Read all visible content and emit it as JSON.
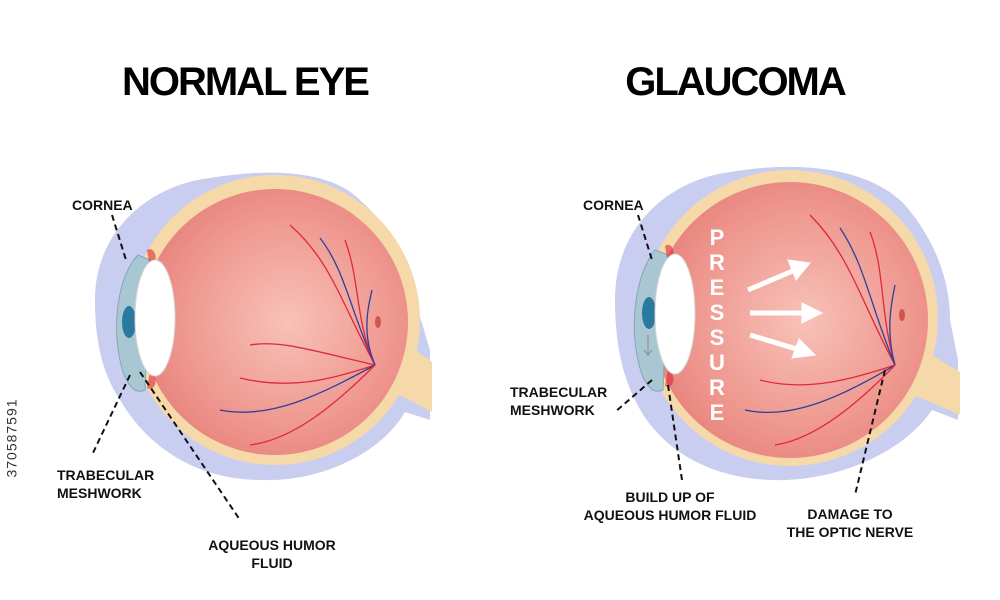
{
  "titles": {
    "normal": "NORMAL EYE",
    "glaucoma": "GLAUCOMA"
  },
  "normal_labels": {
    "cornea": "CORNEA",
    "trabecular_line1": "TRABECULAR",
    "trabecular_line2": "MESHWORK",
    "aqueous_line1": "AQUEOUS HUMOR",
    "aqueous_line2": "FLUID"
  },
  "glaucoma_labels": {
    "cornea": "CORNEA",
    "trabecular_line1": "TRABECULAR",
    "trabecular_line2": "MESHWORK",
    "buildup_line1": "BUILD UP OF",
    "buildup_line2": "AQUEOUS HUMOR FLUID",
    "damage_line1": "DAMAGE TO",
    "damage_line2": "THE OPTIC NERVE"
  },
  "pressure_letters": [
    "P",
    "R",
    "E",
    "S",
    "S",
    "U",
    "R",
    "E"
  ],
  "stock_id": "370587591",
  "colors": {
    "sclera_outer": "#c9cdf0",
    "eyeball": "#ec8c86",
    "eyeball_light": "#f6c0b6",
    "retina_band": "#f6d9a8",
    "cornea": "#a9c7d2",
    "iris": "#2a7aa0",
    "lens": "#ffffff",
    "vessel_red": "#e0283a",
    "vessel_blue": "#2e3f9a",
    "arrow": "#ffffff"
  }
}
